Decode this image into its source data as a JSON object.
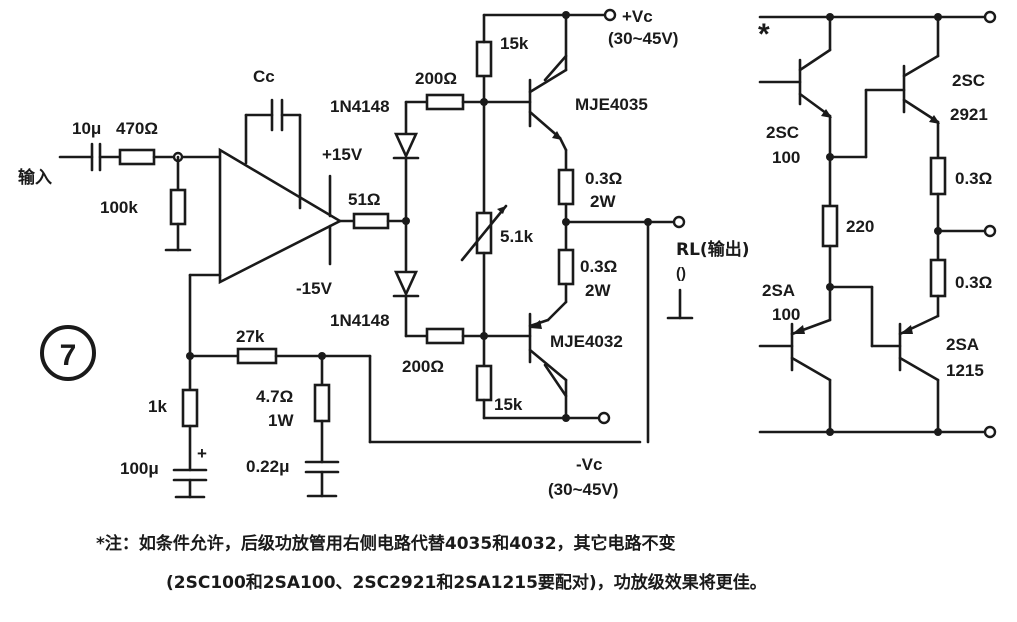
{
  "labels": {
    "input": "输入",
    "c_in": "10μ",
    "r_in": "470Ω",
    "r_bias": "100k",
    "cc": "Cc",
    "plus15": "+15V",
    "minus15": "-15V",
    "r51": "51Ω",
    "d_top": "1N4148",
    "d_bot": "1N4148",
    "r200_top": "200Ω",
    "r200_bot": "200Ω",
    "r15k_top": "15k",
    "r15k_bot": "15k",
    "pot": "5.1k",
    "q_top": "MJE4035",
    "q_bot": "MJE4032",
    "re_top_val": "0.3Ω",
    "re_top_w": "2W",
    "re_bot_val": "0.3Ω",
    "re_bot_w": "2W",
    "vc_pos": "+Vc",
    "vc_pos_range": "(30~45V)",
    "vc_neg": "-Vc",
    "vc_neg_range": "(30~45V)",
    "rl": "RL(输出)",
    "rl_sub": "()",
    "fig_number": "7",
    "r27k": "27k",
    "r1k": "1k",
    "c100": "100μ",
    "c_plus": "+",
    "r47": "4.7Ω",
    "r47_w": "1W",
    "c022": "0.22μ",
    "star": "*",
    "q_2sc100_a": "2SC",
    "q_2sc100_b": "100",
    "q_2sc2921_a": "2SC",
    "q_2sc2921_b": "2921",
    "r220": "220",
    "r_sub_top": "0.3Ω",
    "r_sub_bot": "0.3Ω",
    "q_2sa100_a": "2SA",
    "q_2sa100_b": "100",
    "q_2sa1215_a": "2SA",
    "q_2sa1215_b": "1215"
  },
  "note": {
    "line1": "*注：如条件允许，后级功放管用右侧电路代替4035和4032，其它电路不变",
    "line2": "(2SC100和2SA100、2SC2921和2SA1215要配对)，功放级效果将更佳。"
  }
}
